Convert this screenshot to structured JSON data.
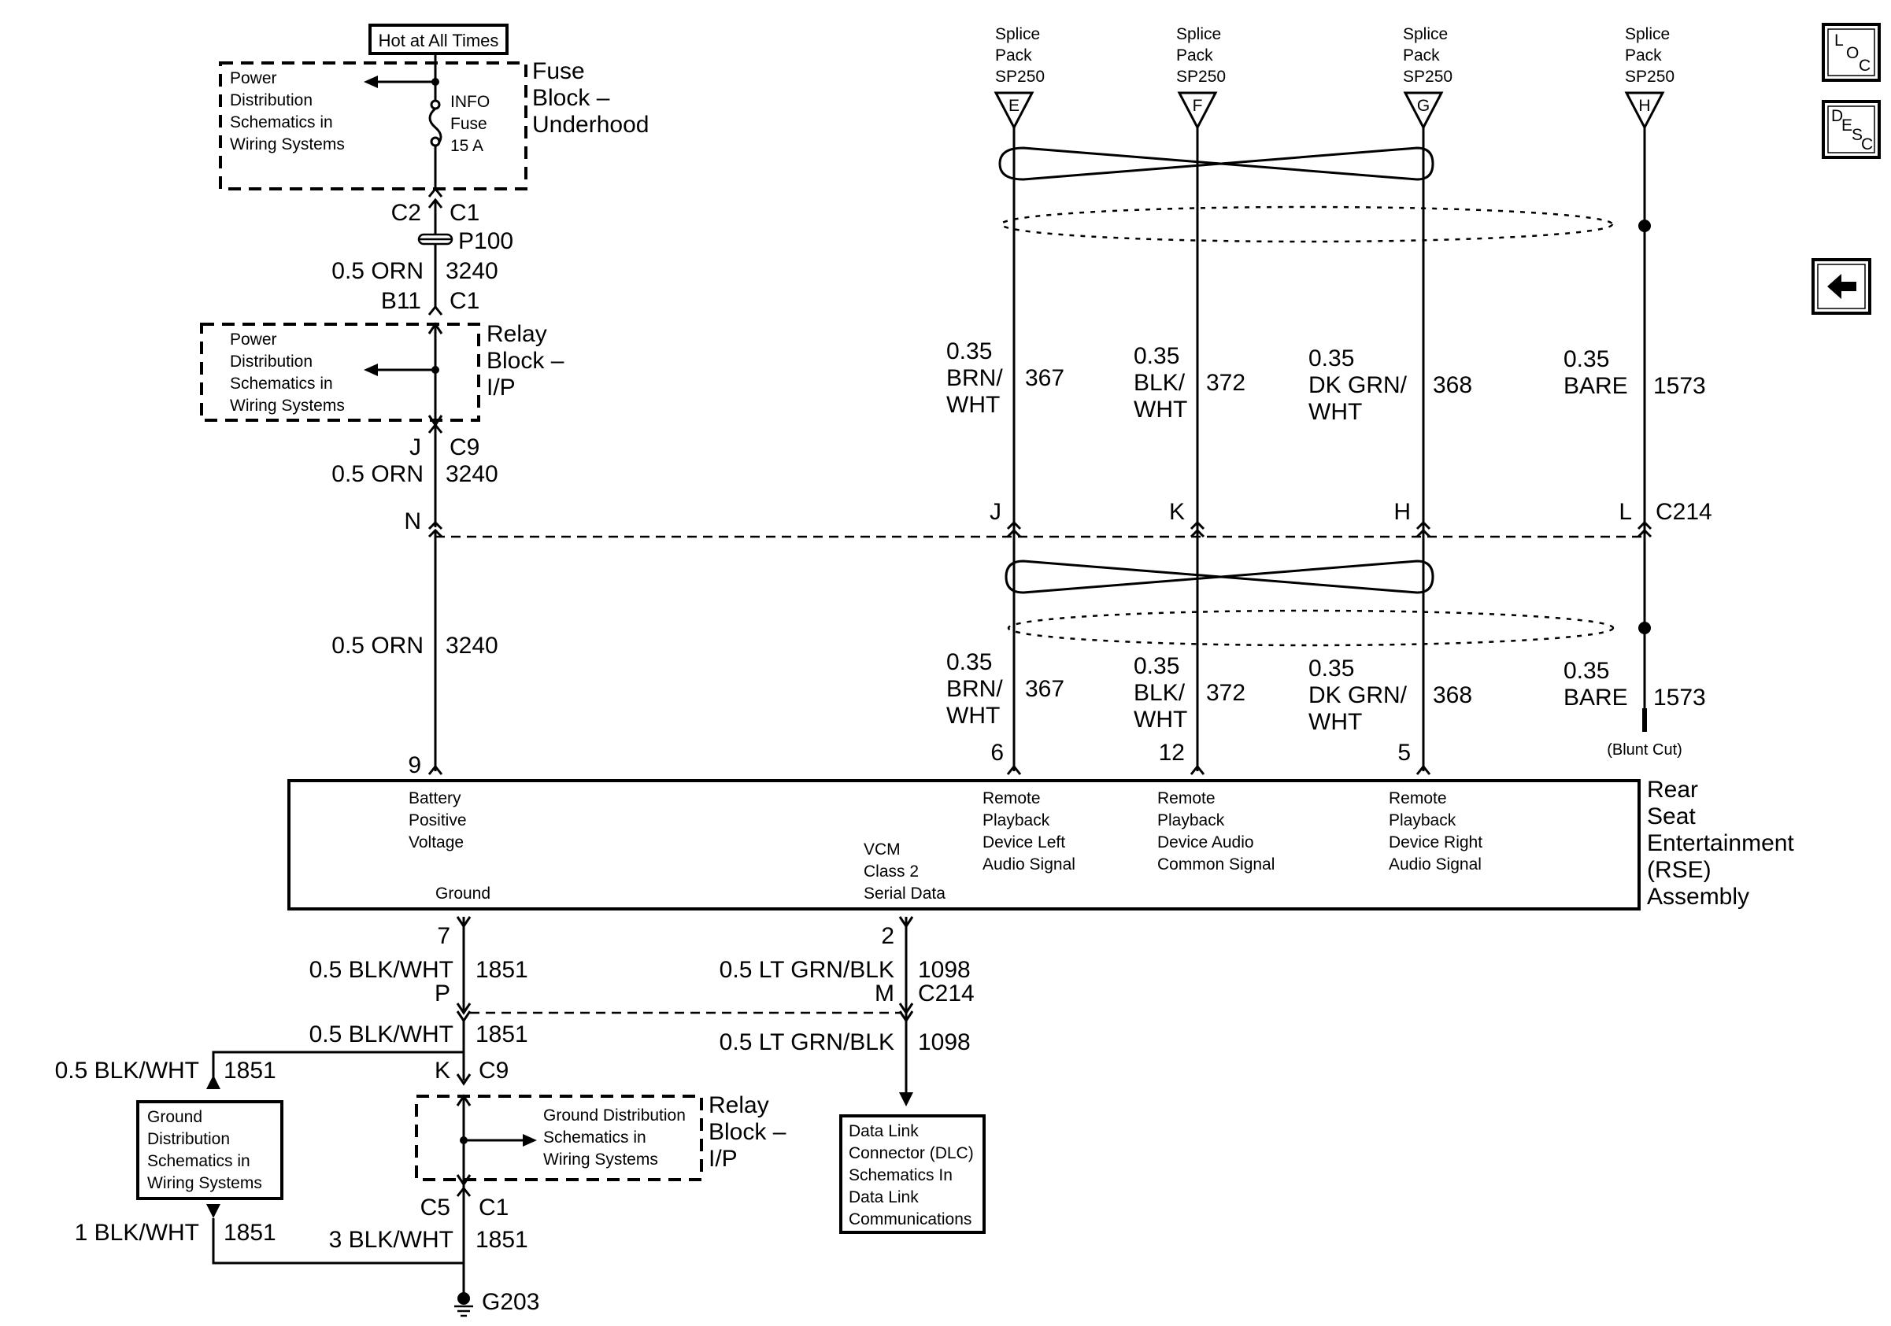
{
  "top": {
    "hot_label": "Hot at All Times"
  },
  "fuse_block": {
    "title_line1": "Fuse",
    "title_line2": "Block –",
    "title_line3": "Underhood",
    "ref_line1": "Power",
    "ref_line2": "Distribution",
    "ref_line3": "Schematics in",
    "ref_line4": "Wiring Systems",
    "fuse_line1": "INFO",
    "fuse_line2": "Fuse",
    "fuse_line3": "15 A"
  },
  "upper_left": {
    "conn_c2": "C2",
    "conn_c1": "C1",
    "splice_p100": "P100",
    "wire1_color": "0.5 ORN",
    "wire1_circuit": "3240",
    "conn_b11": "B11",
    "conn_c1b": "C1"
  },
  "relay_block_top": {
    "title_line1": "Relay",
    "title_line2": "Block –",
    "title_line3": "I/P",
    "ref_line1": "Power",
    "ref_line2": "Distribution",
    "ref_line3": "Schematics in",
    "ref_line4": "Wiring Systems"
  },
  "mid_left": {
    "conn_j": "J",
    "conn_c9": "C9",
    "wire2_color": "0.5 ORN",
    "wire2_circuit": "3240",
    "conn_n": "N",
    "wire3_color": "0.5 ORN",
    "wire3_circuit": "3240",
    "pin_9": "9"
  },
  "splices": [
    {
      "line1": "Splice",
      "line2": "Pack",
      "line3": "SP250",
      "pin": "E"
    },
    {
      "line1": "Splice",
      "line2": "Pack",
      "line3": "SP250",
      "pin": "F"
    },
    {
      "line1": "Splice",
      "line2": "Pack",
      "line3": "SP250",
      "pin": "G"
    },
    {
      "line1": "Splice",
      "line2": "Pack",
      "line3": "SP250",
      "pin": "H"
    }
  ],
  "upper_wires": [
    {
      "gauge": "0.35",
      "color1": "BRN/",
      "color2": "WHT",
      "circuit": "367",
      "conn_pin": "J"
    },
    {
      "gauge": "0.35",
      "color1": "BLK/",
      "color2": "WHT",
      "circuit": "372",
      "conn_pin": "K"
    },
    {
      "gauge": "0.35",
      "color1": "DK GRN/",
      "color2": "WHT",
      "circuit": "368",
      "conn_pin": "H"
    },
    {
      "gauge": "0.35",
      "color1": "BARE",
      "color2": "",
      "circuit": "1573",
      "conn_pin": "L"
    }
  ],
  "c214_label": "C214",
  "lower_wires": [
    {
      "gauge": "0.35",
      "color1": "BRN/",
      "color2": "WHT",
      "circuit": "367",
      "pin": "6"
    },
    {
      "gauge": "0.35",
      "color1": "BLK/",
      "color2": "WHT",
      "circuit": "372",
      "pin": "12"
    },
    {
      "gauge": "0.35",
      "color1": "DK GRN/",
      "color2": "WHT",
      "circuit": "368",
      "pin": "5"
    },
    {
      "gauge": "0.35",
      "color1": "BARE",
      "color2": "",
      "circuit": "1573",
      "pin": ""
    }
  ],
  "blunt_cut": "(Blunt Cut)",
  "rse": {
    "title_line1": "Rear",
    "title_line2": "Seat",
    "title_line3": "Entertainment",
    "title_line4": "(RSE)",
    "title_line5": "Assembly",
    "battery_line1": "Battery",
    "battery_line2": "Positive",
    "battery_line3": "Voltage",
    "ground": "Ground",
    "vcm_line1": "VCM",
    "vcm_line2": "Class 2",
    "vcm_line3": "Serial Data",
    "left_line1": "Remote",
    "left_line2": "Playback",
    "left_line3": "Device Left",
    "left_line4": "Audio Signal",
    "common_line1": "Remote",
    "common_line2": "Playback",
    "common_line3": "Device Audio",
    "common_line4": "Common Signal",
    "right_line1": "Remote",
    "right_line2": "Playback",
    "right_line3": "Device Right",
    "right_line4": "Audio Signal"
  },
  "bottom": {
    "pin_7": "7",
    "gw1_color": "0.5 BLK/WHT",
    "gw1_circuit": "1851",
    "conn_p": "P",
    "gw2_color": "0.5 BLK/WHT",
    "gw2_circuit": "1851",
    "conn_k": "K",
    "conn_c9": "C9",
    "side_color": "0.5 BLK/WHT",
    "side_circuit": "1851",
    "gd_line1": "Ground",
    "gd_line2": "Distribution",
    "gd_line3": "Schematics in",
    "gd_line4": "Wiring Systems",
    "side2_color": "1 BLK/WHT",
    "side2_circuit": "1851",
    "relay_ref_line1": "Ground Distribution",
    "relay_ref_line2": "Schematics in",
    "relay_ref_line3": "Wiring Systems",
    "relay_title1": "Relay",
    "relay_title2": "Block –",
    "relay_title3": "I/P",
    "conn_c5": "C5",
    "conn_c1": "C1",
    "gw3_color": "3 BLK/WHT",
    "gw3_circuit": "1851",
    "ground_g203": "G203",
    "pin_2": "2",
    "dw1_color": "0.5 LT GRN/BLK",
    "dw1_circuit": "1098",
    "conn_m": "M",
    "conn_c214": "C214",
    "dw2_color": "0.5 LT GRN/BLK",
    "dw2_circuit": "1098",
    "dlc_line1": "Data Link",
    "dlc_line2": "Connector (DLC)",
    "dlc_line3": "Schematics In",
    "dlc_line4": "Data Link",
    "dlc_line5": "Communications"
  },
  "nav": {
    "loc_l": "L",
    "loc_o": "O",
    "loc_c": "C",
    "desc_d": "D",
    "desc_e": "E",
    "desc_s": "S",
    "desc_c": "C",
    "back_icon": "left-arrow-icon"
  }
}
